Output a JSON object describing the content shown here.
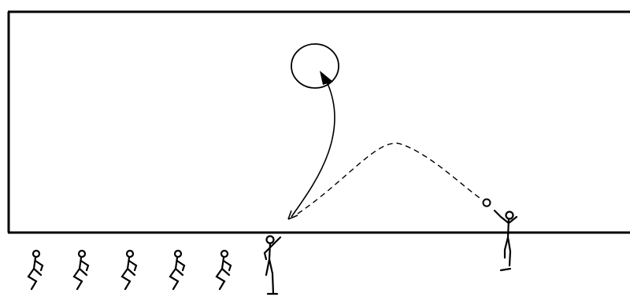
{
  "diagram": {
    "stroke_color": "#000000",
    "background_color": "#ffffff",
    "figures": {
      "queue": [
        "crouching-figure",
        "crouching-figure",
        "crouching-figure",
        "crouching-figure",
        "crouching-figure"
      ],
      "receiver": "standing-figure-arms-raised",
      "thrower": "standing-figure-throwing"
    },
    "paths": {
      "ball_flight": "dashed-arc",
      "player_run": "solid-arrow"
    },
    "target": "circle-target"
  }
}
